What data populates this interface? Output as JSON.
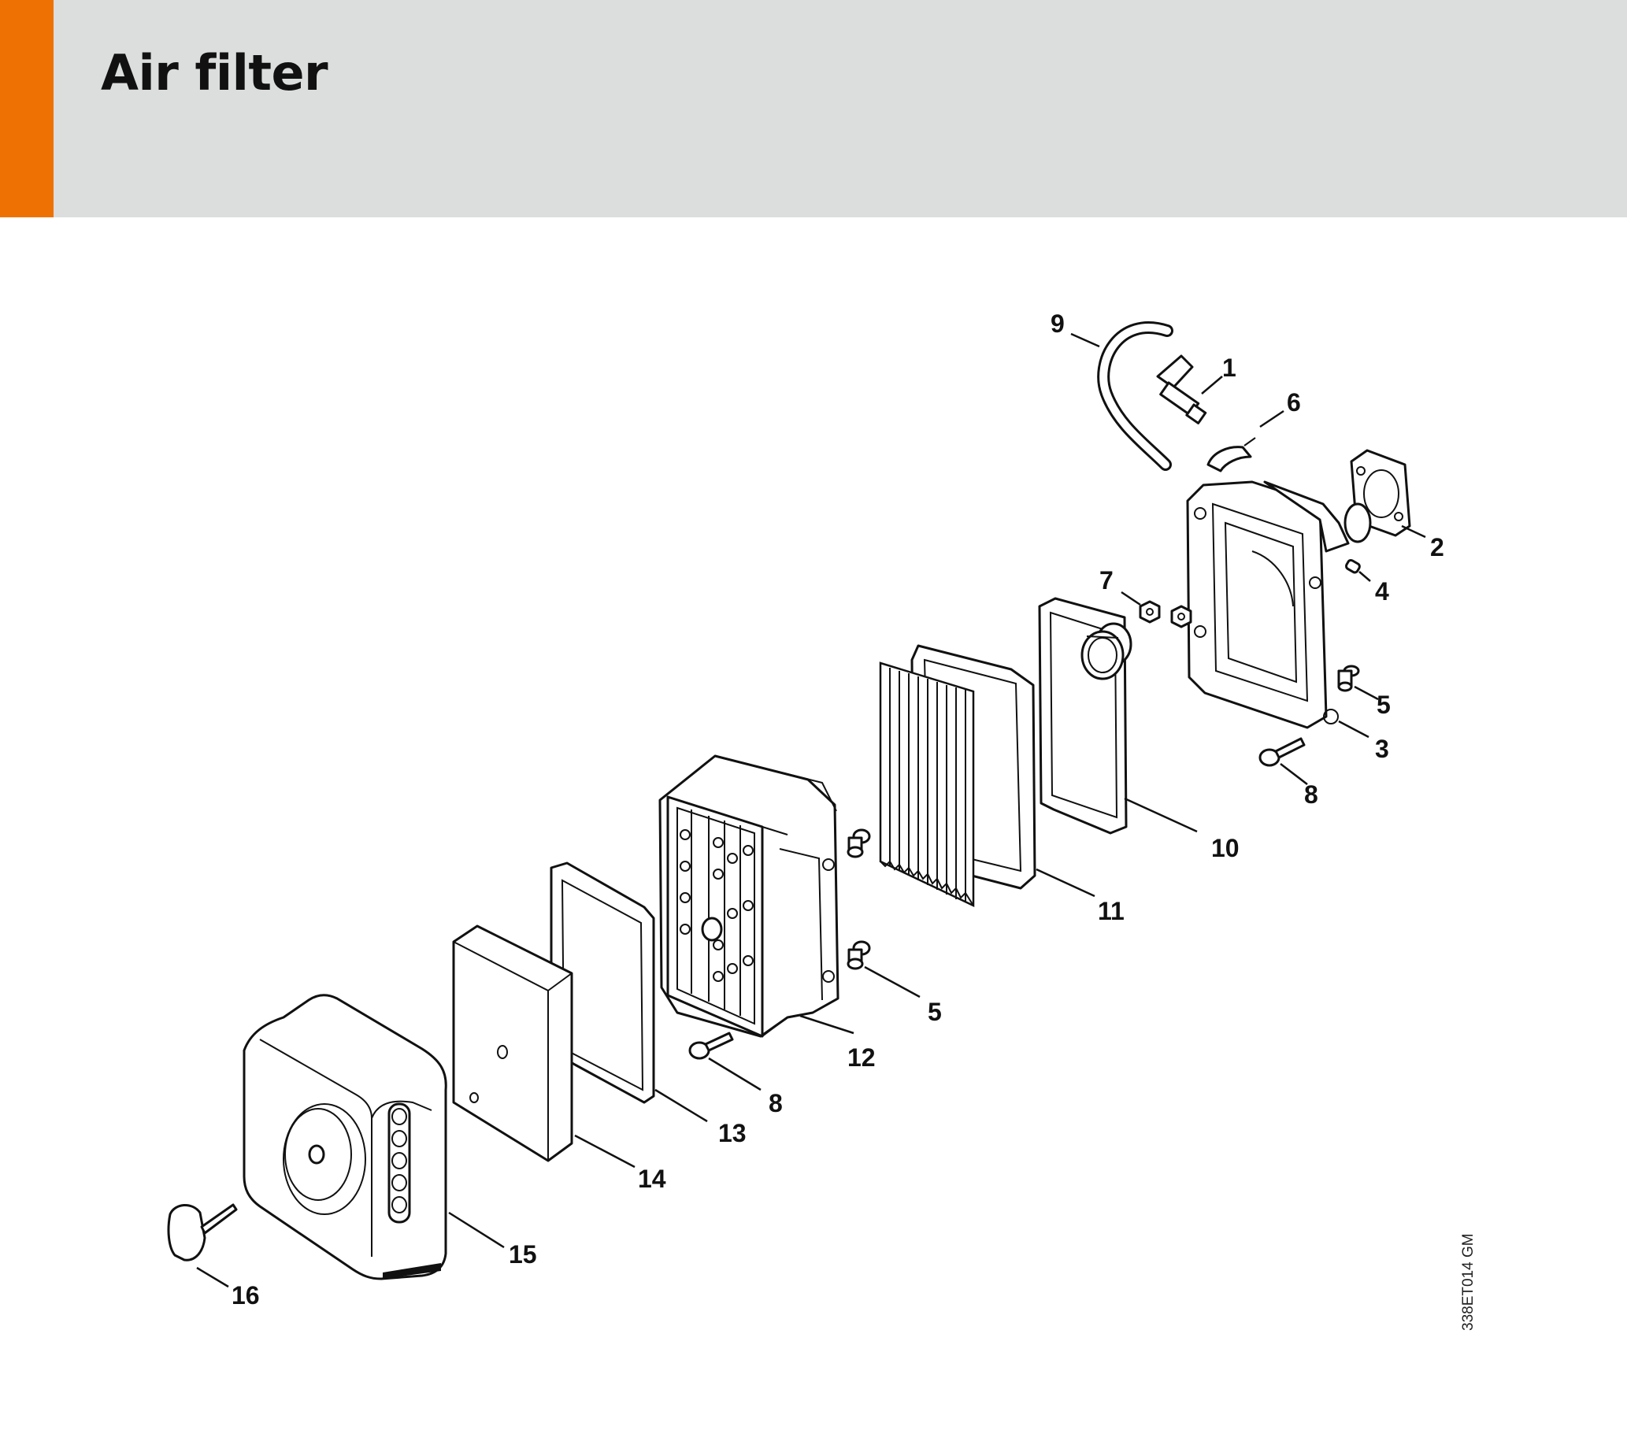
{
  "header": {
    "title": "Air filter",
    "accent_color": "#ee7203",
    "band_color": "#dcdddd"
  },
  "diagram": {
    "callouts": [
      {
        "id": "c9",
        "label": "9"
      },
      {
        "id": "c1",
        "label": "1"
      },
      {
        "id": "c6",
        "label": "6"
      },
      {
        "id": "c2",
        "label": "2"
      },
      {
        "id": "c4",
        "label": "4"
      },
      {
        "id": "c7",
        "label": "7"
      },
      {
        "id": "c5a",
        "label": "5"
      },
      {
        "id": "c3",
        "label": "3"
      },
      {
        "id": "c8a",
        "label": "8"
      },
      {
        "id": "c10",
        "label": "10"
      },
      {
        "id": "c11",
        "label": "11"
      },
      {
        "id": "c5b",
        "label": "5"
      },
      {
        "id": "c12",
        "label": "12"
      },
      {
        "id": "c8b",
        "label": "8"
      },
      {
        "id": "c13",
        "label": "13"
      },
      {
        "id": "c14",
        "label": "14"
      },
      {
        "id": "c15",
        "label": "15"
      },
      {
        "id": "c16",
        "label": "16"
      }
    ],
    "reference_code": "338ET014 GM"
  }
}
